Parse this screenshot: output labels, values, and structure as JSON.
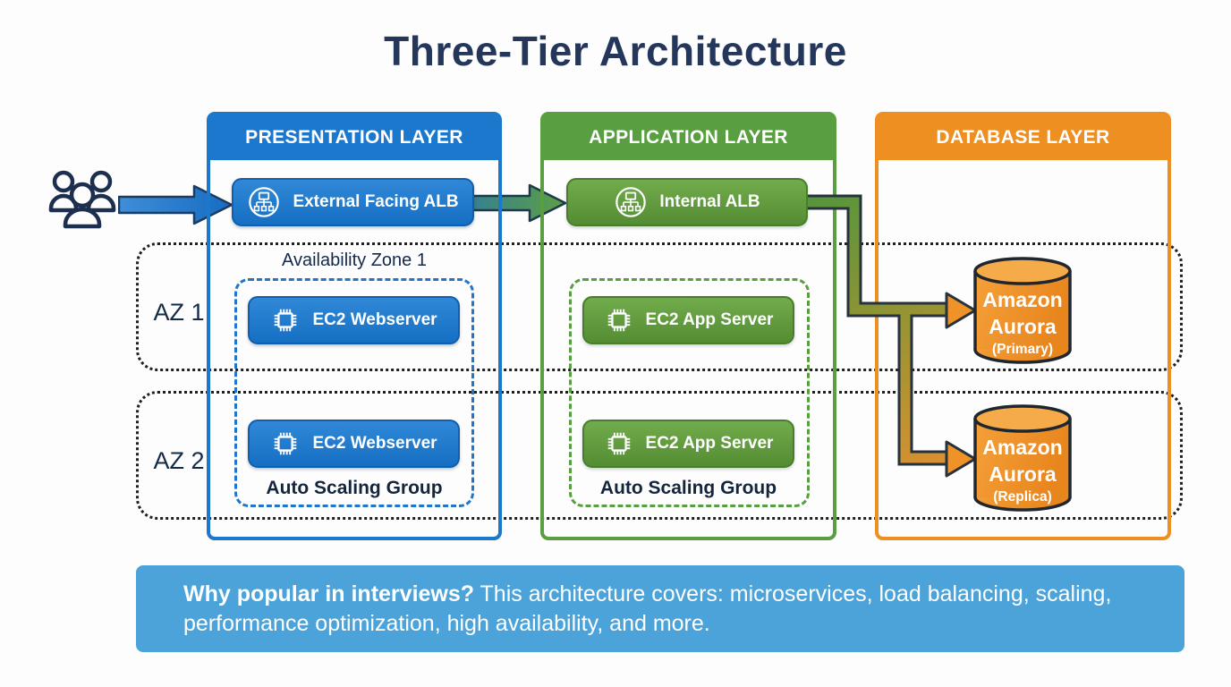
{
  "title": "Three-Tier Architecture",
  "zones": [
    {
      "label": "AZ 1",
      "zone_title": "Availability Zone 1"
    },
    {
      "label": "AZ 2"
    }
  ],
  "layers": {
    "presentation": {
      "header": "PRESENTATION LAYER",
      "load_balancer": "External Facing ALB",
      "servers": [
        "EC2 Webserver",
        "EC2 Webserver"
      ],
      "autoscaling_label": "Auto Scaling Group"
    },
    "application": {
      "header": "APPLICATION LAYER",
      "load_balancer": "Internal ALB",
      "servers": [
        "EC2 App Server",
        "EC2 App Server"
      ],
      "autoscaling_label": "Auto Scaling Group"
    },
    "database": {
      "header": "DATABASE LAYER",
      "primary": {
        "name_line1": "Amazon",
        "name_line2": "Aurora",
        "role": "(Primary)"
      },
      "replica": {
        "name_line1": "Amazon",
        "name_line2": "Aurora",
        "role": "(Replica)"
      }
    }
  },
  "banner": {
    "lead": "Why popular in interviews?",
    "body": " This architecture covers: microservices, load balancing, scaling, performance optimization, high availability, and more."
  },
  "colors": {
    "presentation_blue": "#1c78cc",
    "application_green": "#5a9e42",
    "database_orange": "#ee8f22",
    "banner_blue": "#4ba3d9",
    "title_navy": "#24375a",
    "aurora_orange": "#ef9227",
    "outline_dark": "#26323d"
  },
  "icons": {
    "users": "users-icon",
    "load_balancer": "load-balancer-icon",
    "server": "cpu-chip-icon",
    "database": "database-cylinder"
  }
}
